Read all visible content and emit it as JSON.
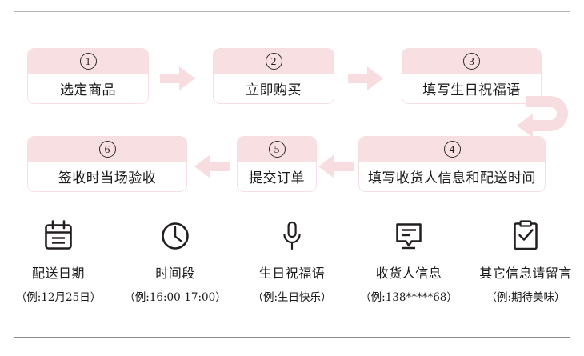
{
  "theme": {
    "accent_pink": "#f8dfe1",
    "arrow_pink": "#f7dde0",
    "rule_gray": "#b3b3b3",
    "text_dark": "#1a1a1a"
  },
  "flow": {
    "steps": [
      {
        "number": "①",
        "num_text": "1",
        "label": "选定商品"
      },
      {
        "number": "②",
        "num_text": "2",
        "label": "立即购买"
      },
      {
        "number": "③",
        "num_text": "3",
        "label": "填写生日祝福语"
      },
      {
        "number": "④",
        "num_text": "4",
        "label": "填写收货人信息和配送时间"
      },
      {
        "number": "⑤",
        "num_text": "5",
        "label": "提交订单"
      },
      {
        "number": "⑥",
        "num_text": "6",
        "label": "签收时当场验收"
      }
    ],
    "connectors": [
      {
        "name": "arrow-step1-to-step2",
        "direction": "right"
      },
      {
        "name": "arrow-step2-to-step3",
        "direction": "right"
      },
      {
        "name": "arrow-step3-to-step4",
        "direction": "curve-down-left"
      },
      {
        "name": "arrow-step4-to-step5",
        "direction": "left"
      },
      {
        "name": "arrow-step5-to-step6",
        "direction": "left"
      }
    ]
  },
  "legend": {
    "items": [
      {
        "icon": "calendar-icon",
        "title": "配送日期",
        "example": "（例:12月25日）"
      },
      {
        "icon": "clock-icon",
        "title": "时间段",
        "example": "（例:16:00-17:00）"
      },
      {
        "icon": "microphone-icon",
        "title": "生日祝福语",
        "example": "（例:生日快乐）"
      },
      {
        "icon": "message-bubble-icon",
        "title": "收货人信息",
        "example": "（例:138*****68）"
      },
      {
        "icon": "clipboard-check-icon",
        "title": "其它信息请留言",
        "example": "（例:期待美味）"
      }
    ]
  }
}
